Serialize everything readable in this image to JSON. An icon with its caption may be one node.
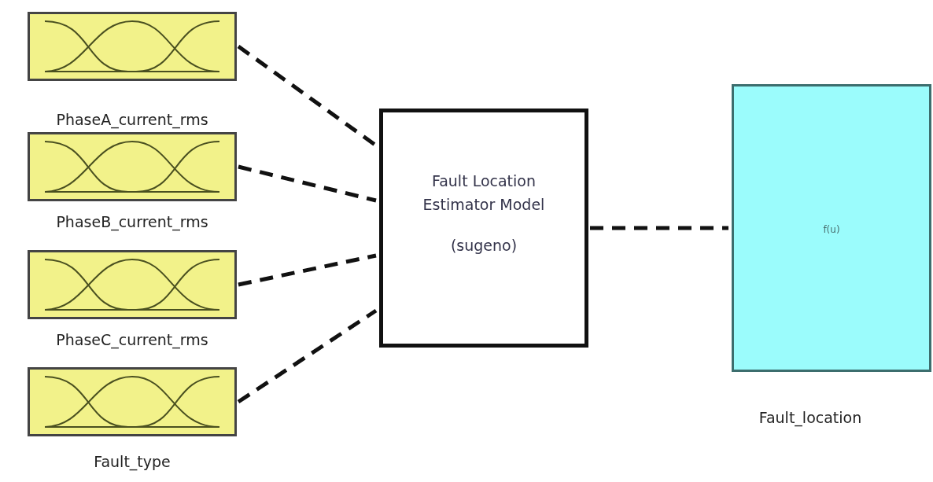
{
  "diagram": {
    "nodes": [
      {
        "text": [
          "PhaseA_current_rms"
        ]
      },
      {
        "text": [
          "PhaseB_current_rms"
        ]
      },
      {
        "text": [
          "PhaseC_current_rms"
        ]
      },
      {
        "text": [
          "Fault_type"
        ]
      },
      {
        "text": [
          "Fault Location Estimator Model",
          "(sugeno)"
        ]
      },
      {
        "text": [
          "f(u)",
          "Fault_location"
        ]
      }
    ],
    "edges": [
      {
        "from": 0,
        "to": 4,
        "arrow": "none",
        "style": "dashed"
      },
      {
        "from": 1,
        "to": 4,
        "arrow": "none",
        "style": "dashed"
      },
      {
        "from": 2,
        "to": 4,
        "arrow": "none",
        "style": "dashed"
      },
      {
        "from": 3,
        "to": 4,
        "arrow": "none",
        "style": "dashed"
      },
      {
        "from": 4,
        "to": 5,
        "arrow": "none",
        "style": "dashed"
      }
    ]
  }
}
